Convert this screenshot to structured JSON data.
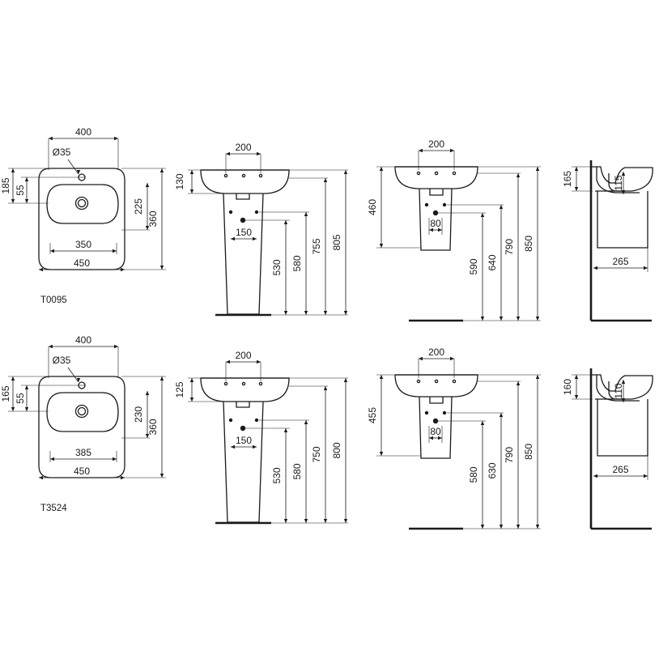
{
  "drawing_sheet": {
    "models": [
      {
        "code": "T0095",
        "top_view": {
          "width_top": "400",
          "tap_hole": "Ø35",
          "depth_top": "185",
          "depth_tap": "55",
          "bowl_depth": "225",
          "overall_depth": "360",
          "bowl_width": "350",
          "overall_width": "450"
        },
        "pedestal_view": {
          "bowl_height": "130",
          "tap_spacing": "200",
          "outlet_spacing": "150",
          "outlet_height": "530",
          "waste_height": "580",
          "bowl_top_height": "755",
          "rim_height": "805"
        },
        "semi_pedestal_view": {
          "tap_spacing": "200",
          "bowl_height": "460",
          "outlet_spacing": "80",
          "outlet_height": "590",
          "waste_height": "640",
          "bowl_top_height": "790",
          "rim_height": "850"
        },
        "side_view": {
          "bowl_height": "165",
          "trap_height": "115",
          "projection": "265"
        }
      },
      {
        "code": "T3524",
        "top_view": {
          "width_top": "400",
          "tap_hole": "Ø35",
          "depth_top": "165",
          "depth_tap": "55",
          "bowl_depth": "230",
          "overall_depth": "360",
          "bowl_width": "385",
          "overall_width": "450"
        },
        "pedestal_view": {
          "bowl_height": "125",
          "tap_spacing": "200",
          "outlet_spacing": "150",
          "outlet_height": "530",
          "waste_height": "580",
          "bowl_top_height": "750",
          "rim_height": "800"
        },
        "semi_pedestal_view": {
          "tap_spacing": "200",
          "bowl_height": "455",
          "outlet_spacing": "80",
          "outlet_height": "580",
          "waste_height": "630",
          "bowl_top_height": "790",
          "rim_height": "850"
        },
        "side_view": {
          "bowl_height": "160",
          "trap_height": "110",
          "projection": "265"
        }
      }
    ]
  }
}
